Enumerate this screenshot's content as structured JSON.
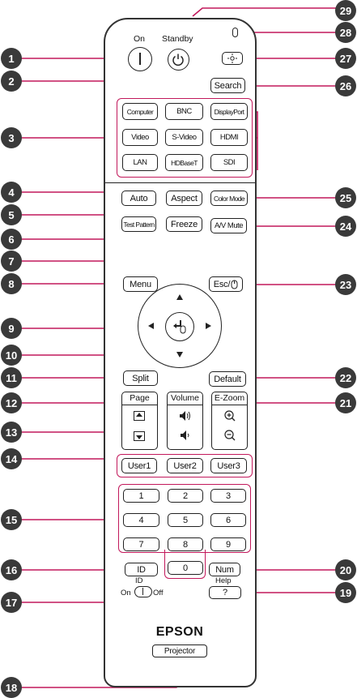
{
  "remote": {
    "power": {
      "on_label": "On",
      "standby_label": "Standby"
    },
    "search_label": "Search",
    "sources": [
      "Computer",
      "BNC",
      "DisplayPort",
      "Video",
      "S-Video",
      "HDMI",
      "LAN",
      "HDBaseT",
      "SDI"
    ],
    "auto_label": "Auto",
    "aspect_label": "Aspect",
    "color_mode_label": "Color Mode",
    "test_pattern_label": "Test Pattern",
    "freeze_label": "Freeze",
    "av_mute_label": "A/V Mute",
    "menu_label": "Menu",
    "esc_label": "Esc/",
    "split_label": "Split",
    "default_label": "Default",
    "page_label": "Page",
    "volume_label": "Volume",
    "ezoom_label": "E-Zoom",
    "user_buttons": [
      "User1",
      "User2",
      "User3"
    ],
    "numpad": [
      "1",
      "2",
      "3",
      "4",
      "5",
      "6",
      "7",
      "8",
      "9",
      "0"
    ],
    "id_label": "ID",
    "num_label": "Num",
    "help_label": "Help",
    "help_key": "?",
    "id_switch": {
      "title": "ID",
      "on": "On",
      "off": "Off"
    },
    "brand": "EPSON",
    "projector_label": "Projector"
  },
  "callouts": [
    "1",
    "2",
    "3",
    "4",
    "5",
    "6",
    "7",
    "8",
    "9",
    "10",
    "11",
    "12",
    "13",
    "14",
    "15",
    "16",
    "17",
    "18",
    "19",
    "20",
    "21",
    "22",
    "23",
    "24",
    "25",
    "26",
    "27",
    "28",
    "29"
  ],
  "colors": {
    "leader": "#c2185b",
    "callout_fill": "#3a3a3a",
    "outline": "#222222"
  }
}
